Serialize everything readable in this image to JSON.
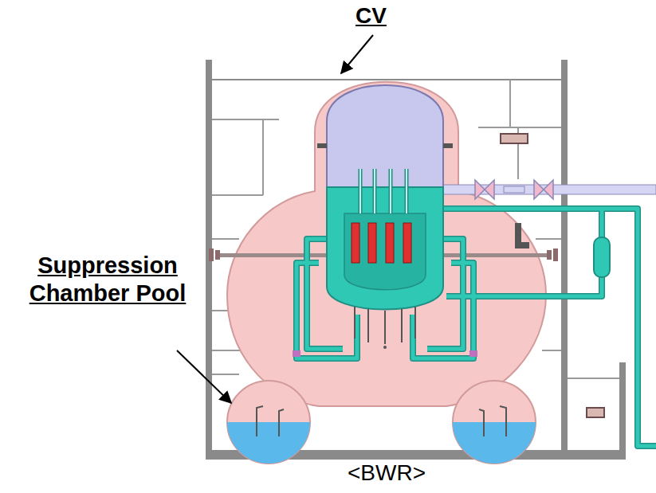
{
  "diagram": {
    "labels": [
      "CV",
      "Suppression Chamber Pool",
      "<BWR>"
    ]
  }
}
